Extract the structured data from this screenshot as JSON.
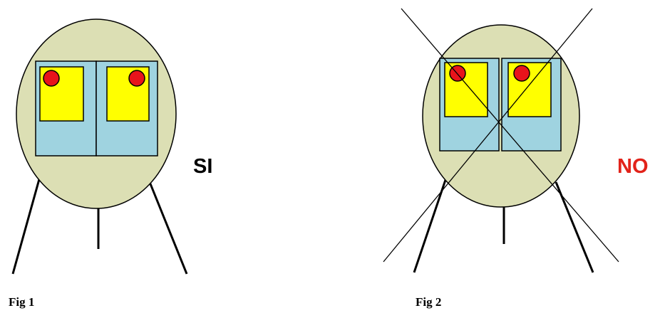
{
  "figures": [
    {
      "caption": "Fig 1",
      "verdict": "SI",
      "verdict_color": "#000000",
      "crossed_out": false
    },
    {
      "caption": "Fig 2",
      "verdict": "NO",
      "verdict_color": "#e2231a",
      "crossed_out": true
    }
  ],
  "colors": {
    "ellipse_fill": "#dcdfb4",
    "panel_fill": "#9fd3e0",
    "card_fill": "#ffff00",
    "dot_fill": "#e8141b",
    "stroke": "#000000"
  }
}
